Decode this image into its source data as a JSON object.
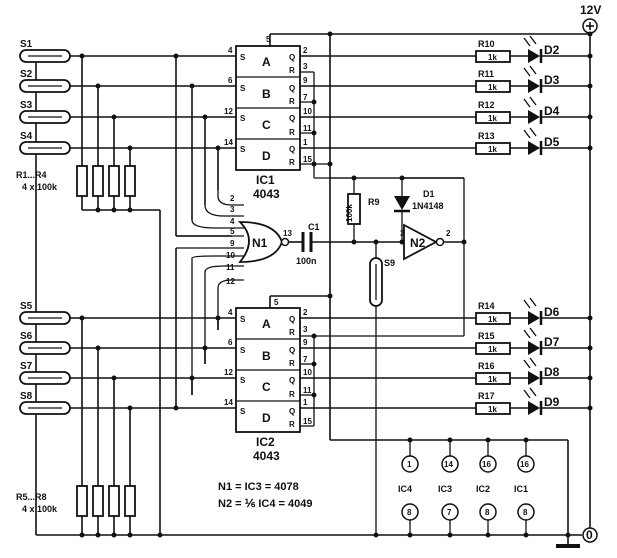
{
  "supply": {
    "label": "12V",
    "ground": "0"
  },
  "switches_top": [
    "S1",
    "S2",
    "S3",
    "S4"
  ],
  "switches_bottom": [
    "S5",
    "S6",
    "S7",
    "S8"
  ],
  "resistor_top": {
    "name": "R1...R4",
    "value": "4 x 100k"
  },
  "resistor_bottom": {
    "name": "R5...R8",
    "value": "4 x 100k"
  },
  "ic1": {
    "name": "IC1",
    "part": "4043",
    "cells": [
      "A",
      "B",
      "C",
      "D"
    ]
  },
  "ic2": {
    "name": "IC2",
    "part": "4043",
    "cells": [
      "A",
      "B",
      "C",
      "D"
    ]
  },
  "gate_n1": "N1",
  "gate_n2": "N2",
  "capacitor": {
    "name": "C1",
    "value": "100n"
  },
  "r9": {
    "name": "R9",
    "value": "100k"
  },
  "diode": {
    "name": "D1",
    "part": "1N4148"
  },
  "reed": "S9",
  "led_resistors_top": [
    "R10",
    "R11",
    "R12",
    "R13"
  ],
  "led_resistors_bottom": [
    "R14",
    "R15",
    "R16",
    "R17"
  ],
  "led_value": "1k",
  "leds_top": [
    "D2",
    "D3",
    "D4",
    "D5"
  ],
  "leds_bottom": [
    "D6",
    "D7",
    "D8",
    "D9"
  ],
  "notes": [
    "N1 =  IC3 = 4078",
    "N2 = ⅙ IC4 = 4049"
  ],
  "supply_pins": [
    {
      "ic": "IC4",
      "vdd": "1",
      "vss": "8"
    },
    {
      "ic": "IC3",
      "vdd": "14",
      "vss": "7"
    },
    {
      "ic": "IC2",
      "vdd": "16",
      "vss": "8"
    },
    {
      "ic": "IC1",
      "vdd": "16",
      "vss": "8"
    }
  ],
  "pins": {
    "ic1_vdd": "5",
    "ic2_vdd": "5",
    "s_pins_ic1": [
      "4",
      "6",
      "12",
      "14"
    ],
    "s_pins_ic2": [
      "4",
      "6",
      "12",
      "14"
    ],
    "q_pins": [
      "2",
      "9",
      "10",
      "1"
    ],
    "r_pins": [
      "3",
      "7",
      "11",
      "15"
    ],
    "r_letter": "R",
    "s_letter": "S",
    "q_letter": "Q",
    "n1_in_top": [
      "2",
      "3",
      "4",
      "5"
    ],
    "n1_in_bot": [
      "9",
      "10",
      "11",
      "12"
    ],
    "n1_out": "13",
    "n2_in": "3",
    "n2_out": "2"
  }
}
